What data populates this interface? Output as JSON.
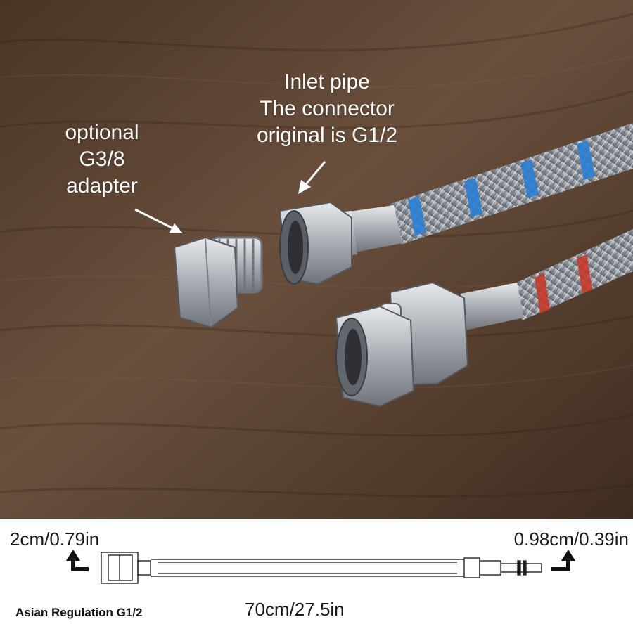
{
  "photo": {
    "adapter_label": [
      "optional",
      "G3/8",
      "adapter"
    ],
    "connector_label": [
      "Inlet pipe",
      "The connector",
      "original is G1/2"
    ],
    "colors": {
      "wood": "#5a4232",
      "steel": "#b9bcc0",
      "blue_marking": "#2a7fd4",
      "red_marking": "#c8392b",
      "label_text": "#ffffff"
    }
  },
  "diagram": {
    "left_dimension": "2cm/0.79in",
    "right_dimension": "0.98cm/0.39in",
    "length": "70cm/27.5in",
    "standard": "Asian Regulation G1/2"
  }
}
